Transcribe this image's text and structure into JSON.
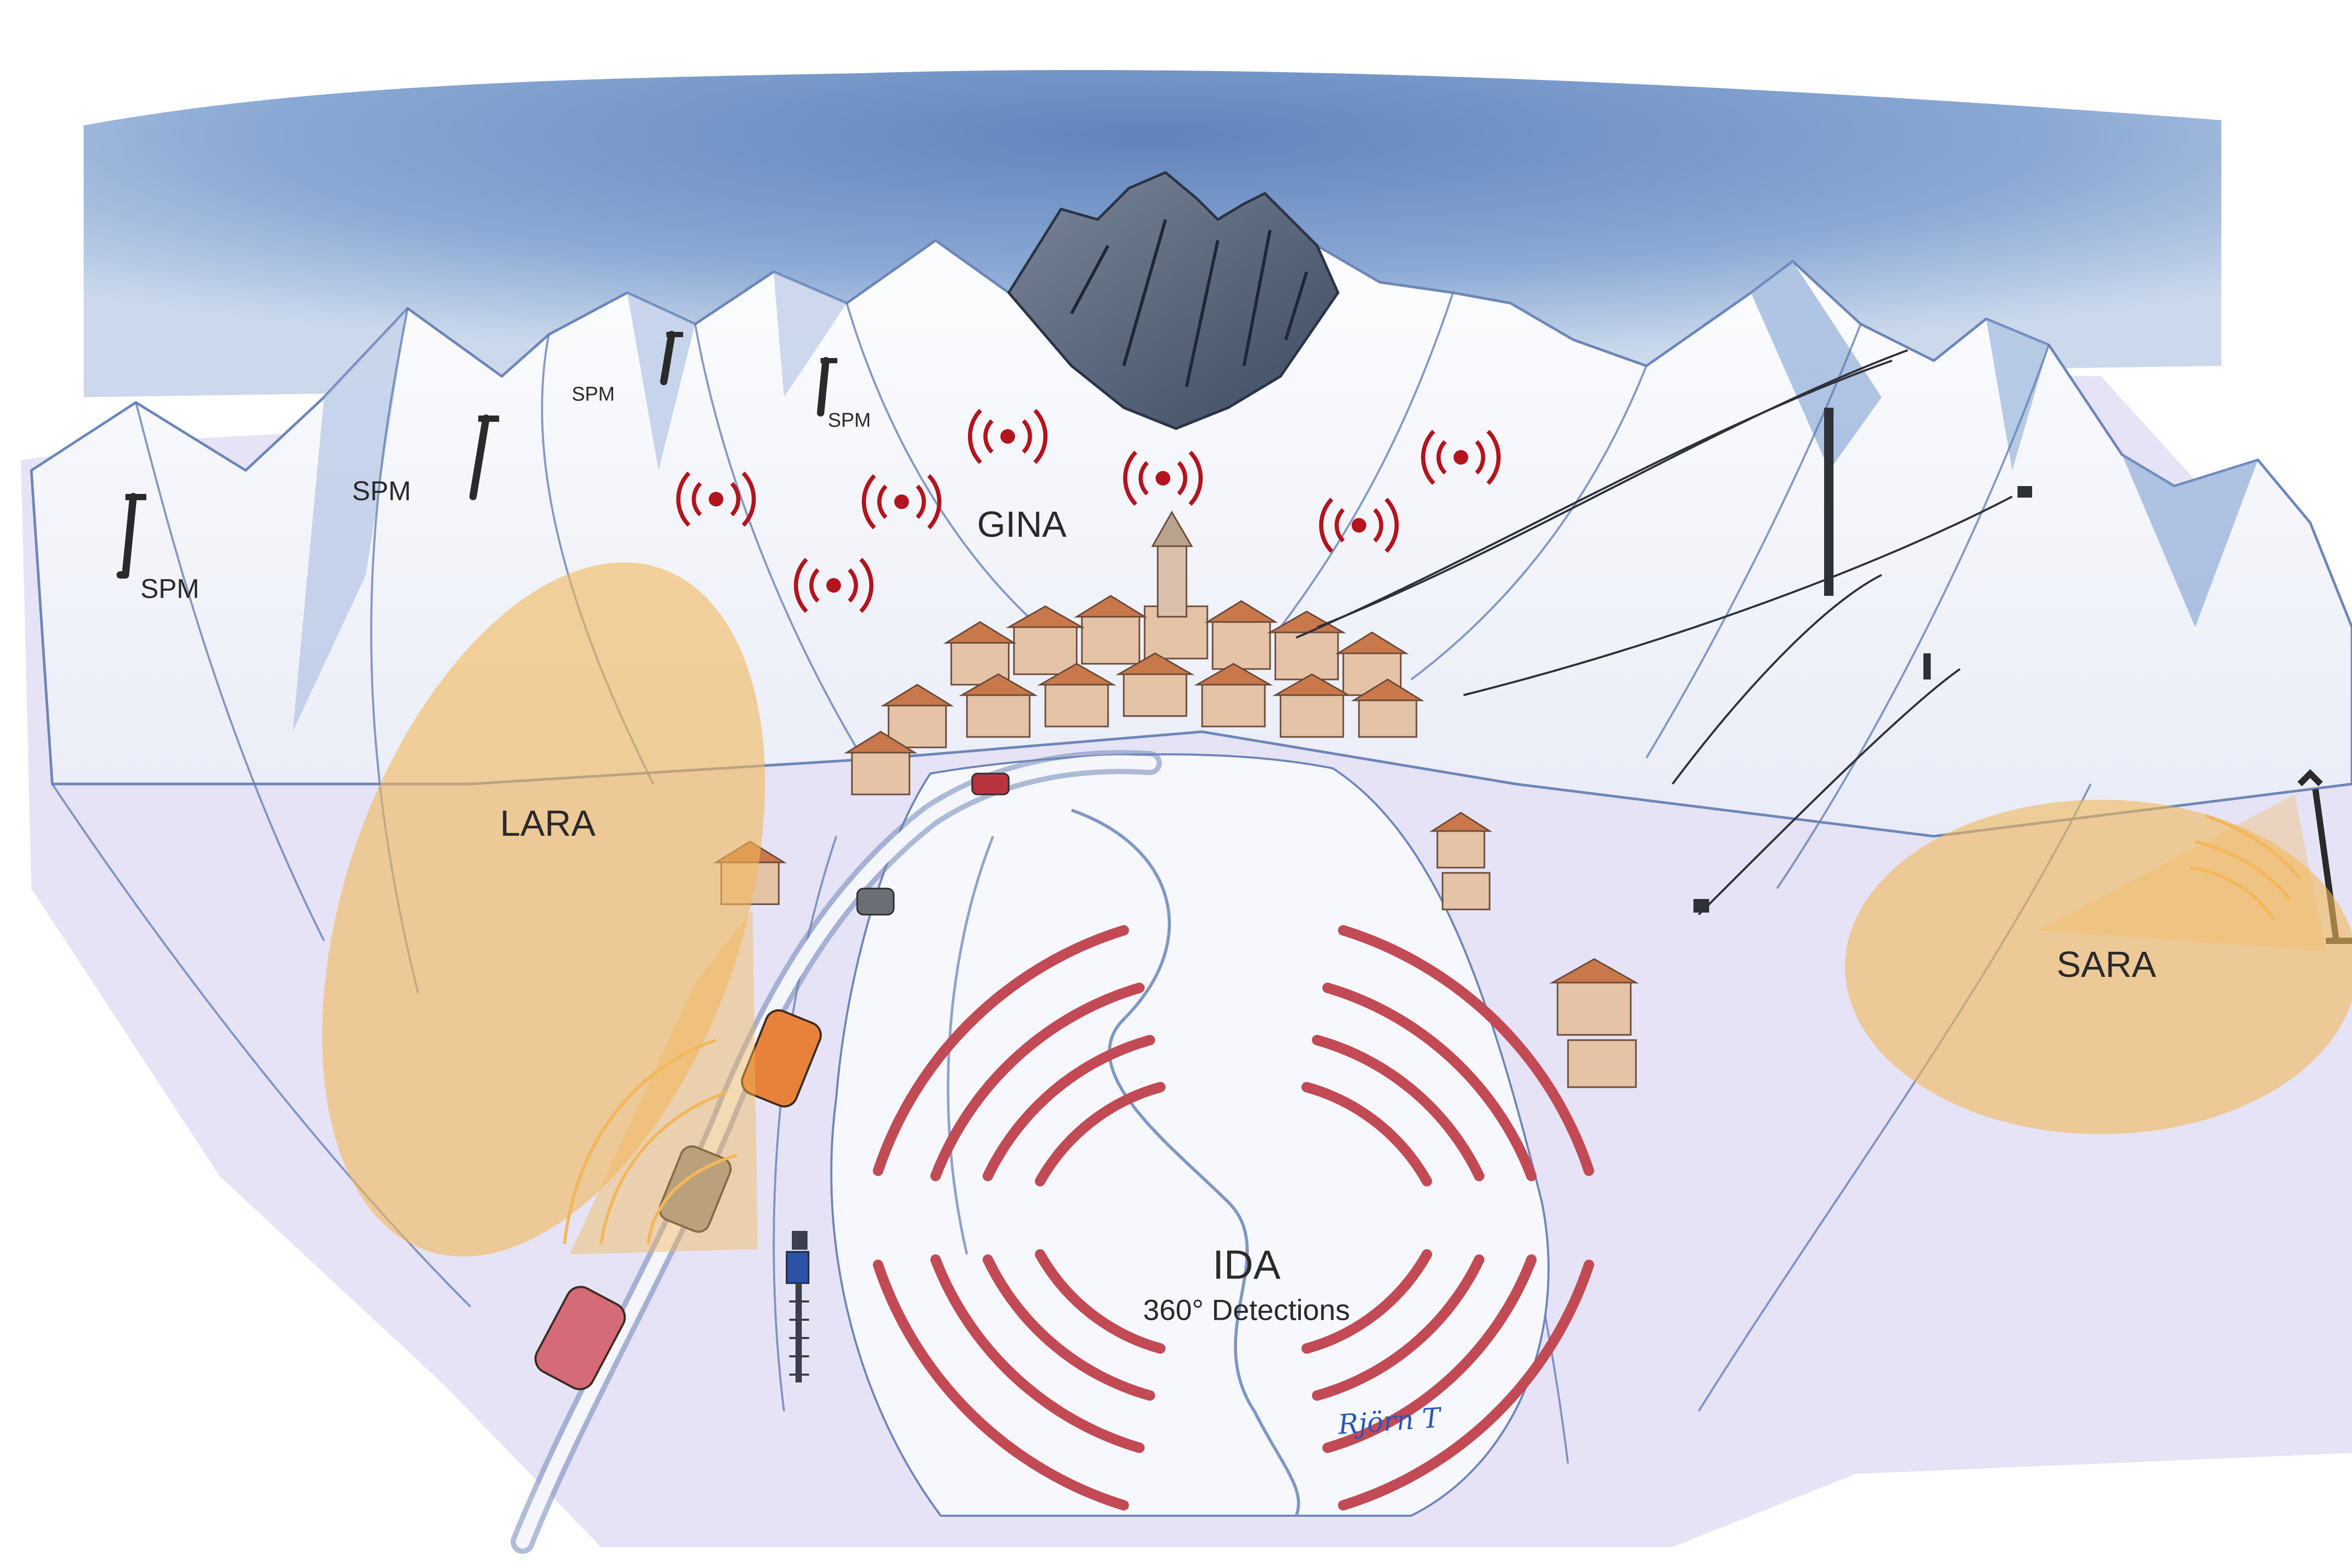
{
  "labels": {
    "spm": "SPM",
    "gina": "GINA",
    "lara": "LARA",
    "sara": "SARA",
    "ida": "IDA",
    "ida_sub": "360° Detections"
  },
  "signature": "Rjörn T",
  "icons": {
    "radio_beacon": "radio-signal-icon",
    "spm_mast": "snow-mast-icon",
    "ida_tower": "detection-tower-icon",
    "sara_mast": "radar-mast-icon"
  },
  "colors": {
    "sky": "#6a8fc4",
    "snow": "#f3f4fb",
    "coverage_tint": "#e6e3f6",
    "zone_fill": "#f2b75a",
    "ida_arc": "#c24a55",
    "gina_signal": "#b3141e",
    "roofs": "#c8784a"
  }
}
